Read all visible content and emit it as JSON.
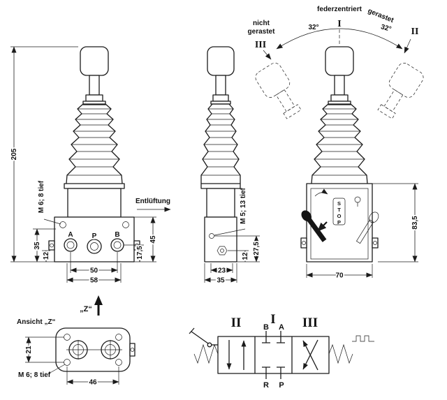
{
  "front_view": {
    "dim_height": "205",
    "thread_top": "M 6; 8 tief",
    "dim_35": "35",
    "dim_12": "12",
    "port_a": "A",
    "port_p": "P",
    "port_b": "B",
    "vent_label": "Entlüftung",
    "dim_45": "45",
    "dim_17_5": "17,5",
    "dim_50": "50",
    "dim_58": "58",
    "z_ref": "„Z“"
  },
  "side_view": {
    "thread": "M 5; 13 tief",
    "dim_27_5": "27,5",
    "dim_12": "12",
    "dim_23": "23",
    "dim_35": "35"
  },
  "position_view": {
    "spring_centered_label": "federzentriert",
    "pos_center": "I",
    "detent_label": "gerastet",
    "pos_right": "II",
    "no_detent_line1": "nicht",
    "no_detent_line2": "gerastet",
    "pos_left": "III",
    "angle_left": "32°",
    "angle_right": "32°",
    "dim_83_5": "83,5",
    "dim_70": "70",
    "decal_stop": "STOP"
  },
  "z_view": {
    "title": "Ansicht „Z“",
    "dim_21": "21",
    "dim_46": "46",
    "thread": "M 6; 8 tief"
  },
  "schematic": {
    "pos_left": "II",
    "pos_center": "I",
    "pos_right": "III",
    "port_b": "B",
    "port_a": "A",
    "port_r": "R",
    "port_p": "P"
  },
  "colors": {
    "line": "#1b1b1b",
    "background": "#ffffff"
  }
}
